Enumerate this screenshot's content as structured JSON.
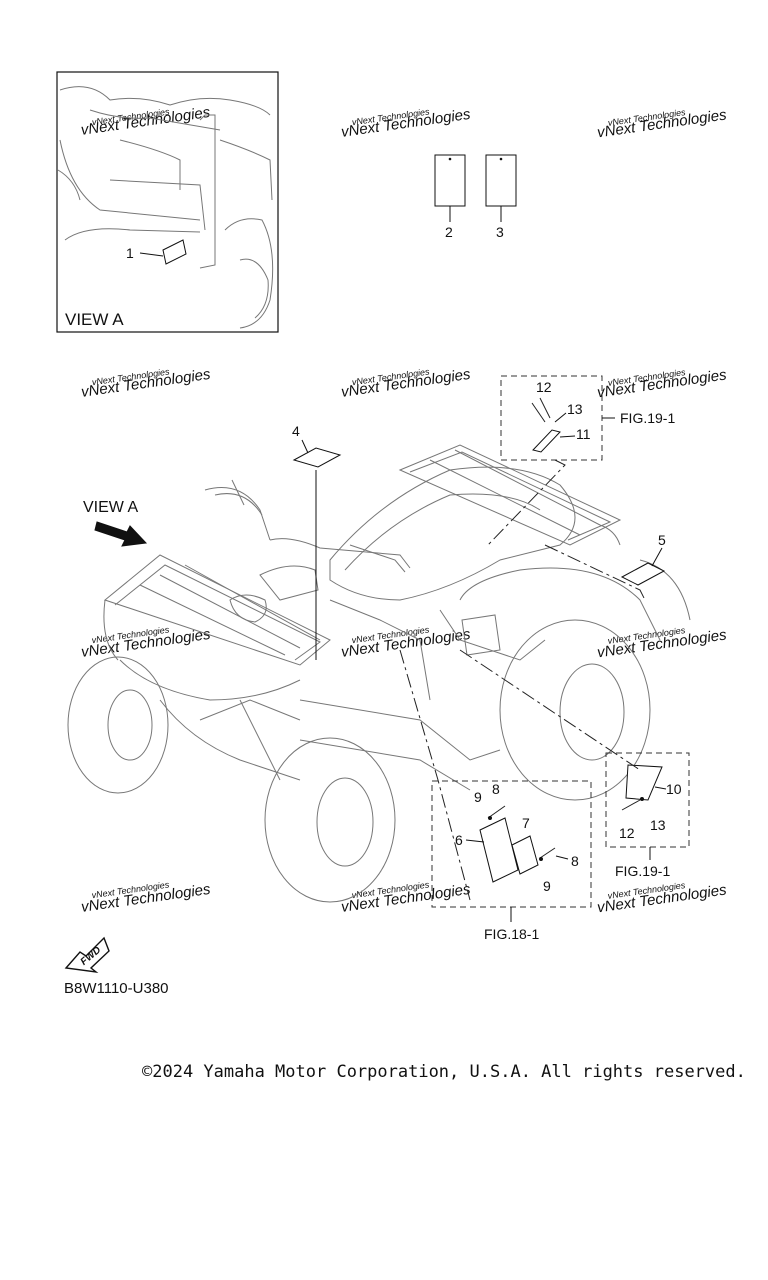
{
  "view_a_inset": {
    "title": "VIEW A",
    "callouts": [
      "1"
    ]
  },
  "loose_labels": {
    "callouts": [
      "2",
      "3"
    ]
  },
  "main_view": {
    "view_arrow_label": "VIEW A",
    "callouts": [
      "4",
      "5",
      "11",
      "12",
      "13"
    ],
    "fig_ref_upper": "FIG.19-1"
  },
  "detail_fig18": {
    "callouts": [
      "6",
      "7",
      "8",
      "8",
      "9",
      "9"
    ],
    "fig_ref": "FIG.18-1"
  },
  "detail_fig19": {
    "callouts": [
      "10",
      "12",
      "13"
    ],
    "fig_ref": "FIG.19-1"
  },
  "fwd_icon": {
    "label": "FWD",
    "icon": "fwd-arrow-icon"
  },
  "diagram_code": "B8W1110-U380",
  "watermark": "vNext Technologies",
  "copyright": "©2024 Yamaha Motor Corporation, U.S.A. All rights reserved.",
  "colors": {
    "line_art": "#777777",
    "ink": "#111111",
    "watermark": "#9a9a9a"
  }
}
